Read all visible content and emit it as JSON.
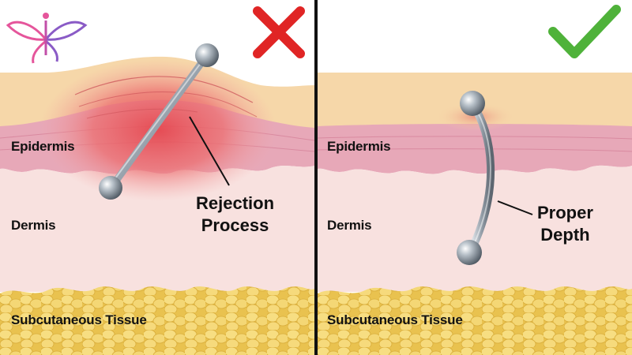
{
  "left_panel": {
    "layer_labels": {
      "epidermis": "Epidermis",
      "dermis": "Dermis",
      "subcutaneous": "Subcutaneous Tissue"
    },
    "callout": {
      "line1": "Rejection",
      "line2": "Process"
    },
    "verdict_icon": "red-x-icon"
  },
  "right_panel": {
    "layer_labels": {
      "epidermis": "Epidermis",
      "dermis": "Dermis",
      "subcutaneous": "Subcutaneous Tissue"
    },
    "callout": {
      "line1": "Proper",
      "line2": "Depth"
    },
    "verdict_icon": "green-check-icon"
  },
  "logo_icon": "butterfly-logo-icon",
  "colors": {
    "skin_surface": "#f6d7a9",
    "epidermis": "#e7a8b8",
    "dermis": "#f8e1df",
    "fat": "#f1d36a",
    "inflammation": "#e8505a",
    "wrong": "#e02525",
    "correct": "#4fb23a",
    "logo_pink": "#e5559b",
    "logo_purple": "#8a5bc6"
  }
}
